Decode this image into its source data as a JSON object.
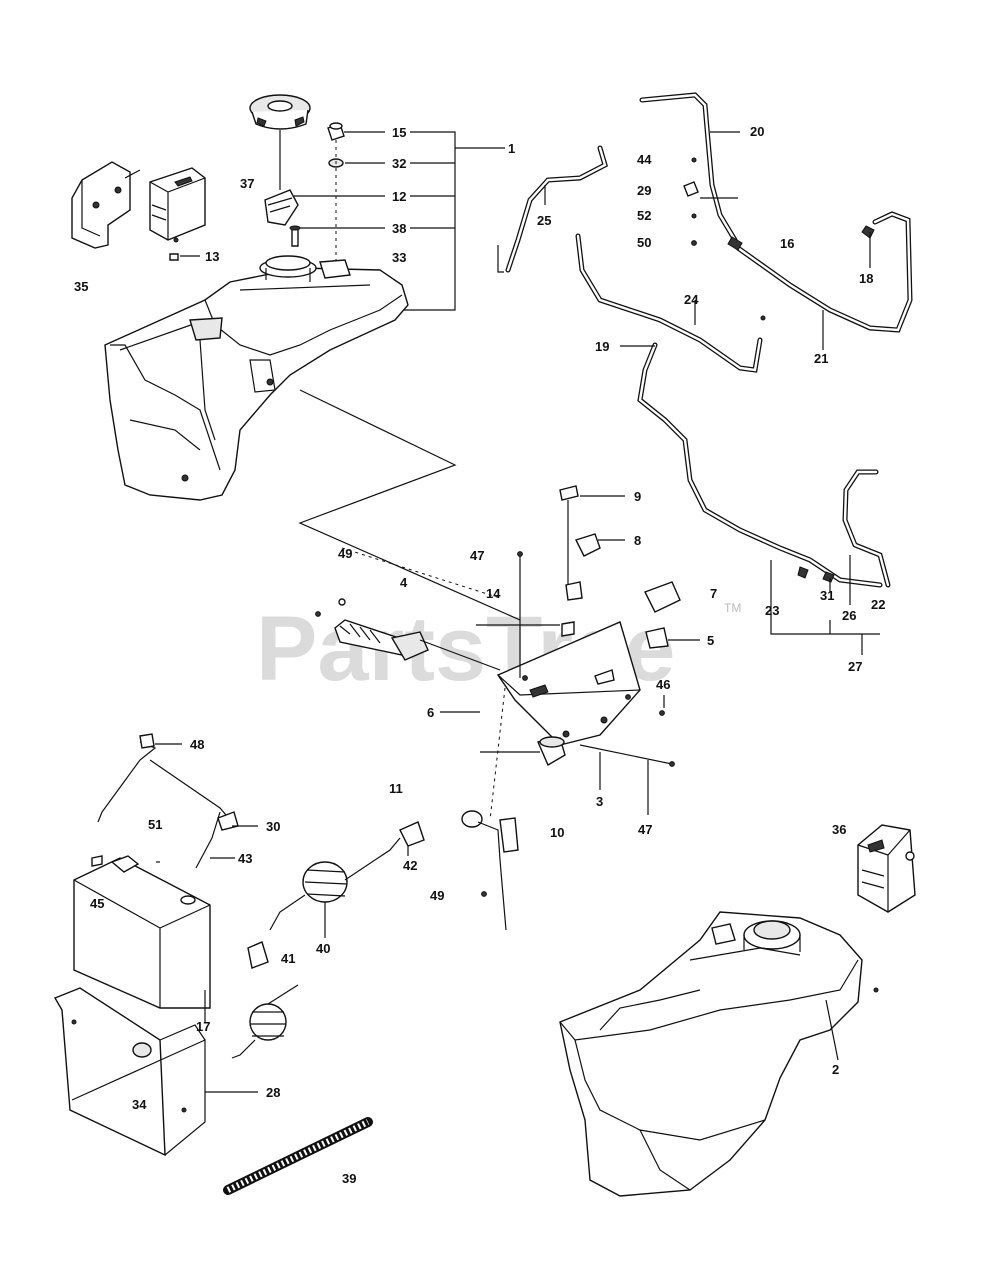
{
  "watermark": {
    "text": "PartsTree",
    "tm": "TM"
  },
  "labels": {
    "l1": "1",
    "l2": "2",
    "l3": "3",
    "l4": "4",
    "l5": "5",
    "l6": "6",
    "l7": "7",
    "l8": "8",
    "l9": "9",
    "l10": "10",
    "l11": "11",
    "l12": "12",
    "l13": "13",
    "l14": "14",
    "l15": "15",
    "l16": "16",
    "l17": "17",
    "l18": "18",
    "l19": "19",
    "l20": "20",
    "l21": "21",
    "l22": "22",
    "l23": "23",
    "l24": "24",
    "l25": "25",
    "l26": "26",
    "l27": "27",
    "l28": "28",
    "l29": "29",
    "l30": "30",
    "l31": "31",
    "l32": "32",
    "l33": "33",
    "l34": "34",
    "l35": "35",
    "l36": "36",
    "l37": "37",
    "l38": "38",
    "l39": "39",
    "l40": "40",
    "l41": "41",
    "l42": "42",
    "l43": "43",
    "l44": "44",
    "l45": "45",
    "l46": "46",
    "l47a": "47",
    "l47b": "47",
    "l48": "48",
    "l49a": "49",
    "l49b": "49",
    "l50": "50",
    "l51": "51",
    "l52": "52"
  }
}
